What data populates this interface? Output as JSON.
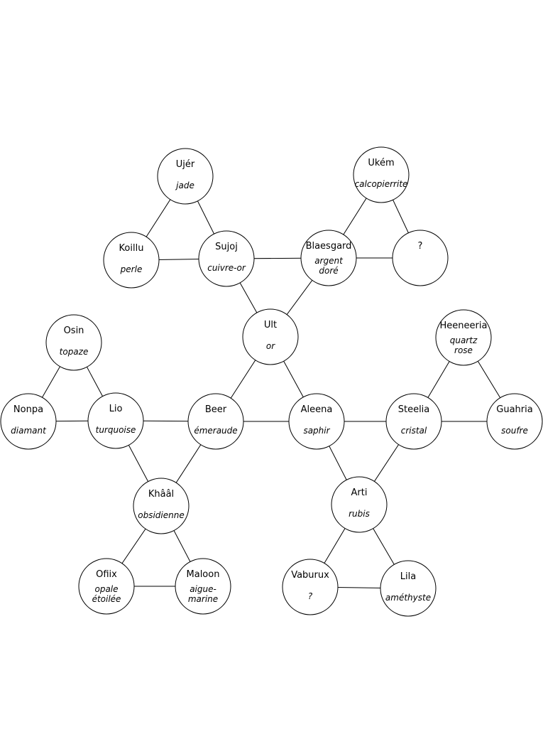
{
  "diagram": {
    "nodes": [
      {
        "id": "ujer",
        "name": "Ujér",
        "stone": [
          "jade"
        ]
      },
      {
        "id": "ukem",
        "name": "Ukém",
        "stone": [
          "calcopierrite"
        ]
      },
      {
        "id": "koillu",
        "name": "Koillu",
        "stone": [
          "perle"
        ]
      },
      {
        "id": "sujoj",
        "name": "Sujoj",
        "stone": [
          "cuivre-or"
        ]
      },
      {
        "id": "blaesgard",
        "name": "Blaesgard",
        "stone": [
          "argent",
          "doré"
        ]
      },
      {
        "id": "unknown",
        "name": "?",
        "stone": []
      },
      {
        "id": "ult",
        "name": "Ult",
        "stone": [
          "or"
        ]
      },
      {
        "id": "osin",
        "name": "Osin",
        "stone": [
          "topaze"
        ]
      },
      {
        "id": "heeneeria",
        "name": "Heeneeria",
        "stone": [
          "quartz",
          "rose"
        ]
      },
      {
        "id": "nonpa",
        "name": "Nonpa",
        "stone": [
          "diamant"
        ]
      },
      {
        "id": "lio",
        "name": "Lio",
        "stone": [
          "turquoise"
        ]
      },
      {
        "id": "beer",
        "name": "Beer",
        "stone": [
          "émeraude"
        ]
      },
      {
        "id": "aleena",
        "name": "Aleena",
        "stone": [
          "saphir"
        ]
      },
      {
        "id": "steelia",
        "name": "Steelia",
        "stone": [
          "cristal"
        ]
      },
      {
        "id": "guahria",
        "name": "Guahria",
        "stone": [
          "soufre"
        ]
      },
      {
        "id": "khaal",
        "name": "Khââl",
        "stone": [
          "obsidienne"
        ]
      },
      {
        "id": "arti",
        "name": "Arti",
        "stone": [
          "rubis"
        ]
      },
      {
        "id": "ofiix",
        "name": "Ofiix",
        "stone": [
          "opale",
          "étoilée"
        ]
      },
      {
        "id": "maloon",
        "name": "Maloon",
        "stone": [
          "aigue-",
          "marine"
        ]
      },
      {
        "id": "vaburux",
        "name": "Vaburux",
        "stone": [
          "?"
        ]
      },
      {
        "id": "lila",
        "name": "Lila",
        "stone": [
          "améthyste"
        ]
      }
    ],
    "edges": [
      [
        "ujer",
        "koillu"
      ],
      [
        "ujer",
        "sujoj"
      ],
      [
        "koillu",
        "sujoj"
      ],
      [
        "sujoj",
        "blaesgard"
      ],
      [
        "sujoj",
        "ult"
      ],
      [
        "blaesgard",
        "ult"
      ],
      [
        "ukem",
        "blaesgard"
      ],
      [
        "ukem",
        "unknown"
      ],
      [
        "blaesgard",
        "unknown"
      ],
      [
        "ult",
        "beer"
      ],
      [
        "ult",
        "aleena"
      ],
      [
        "beer",
        "aleena"
      ],
      [
        "osin",
        "nonpa"
      ],
      [
        "osin",
        "lio"
      ],
      [
        "nonpa",
        "lio"
      ],
      [
        "lio",
        "beer"
      ],
      [
        "lio",
        "khaal"
      ],
      [
        "beer",
        "khaal"
      ],
      [
        "aleena",
        "steelia"
      ],
      [
        "aleena",
        "arti"
      ],
      [
        "steelia",
        "arti"
      ],
      [
        "heeneeria",
        "steelia"
      ],
      [
        "heeneeria",
        "guahria"
      ],
      [
        "steelia",
        "guahria"
      ],
      [
        "khaal",
        "ofiix"
      ],
      [
        "khaal",
        "maloon"
      ],
      [
        "ofiix",
        "maloon"
      ],
      [
        "arti",
        "vaburux"
      ],
      [
        "arti",
        "lila"
      ],
      [
        "vaburux",
        "lila"
      ]
    ]
  }
}
